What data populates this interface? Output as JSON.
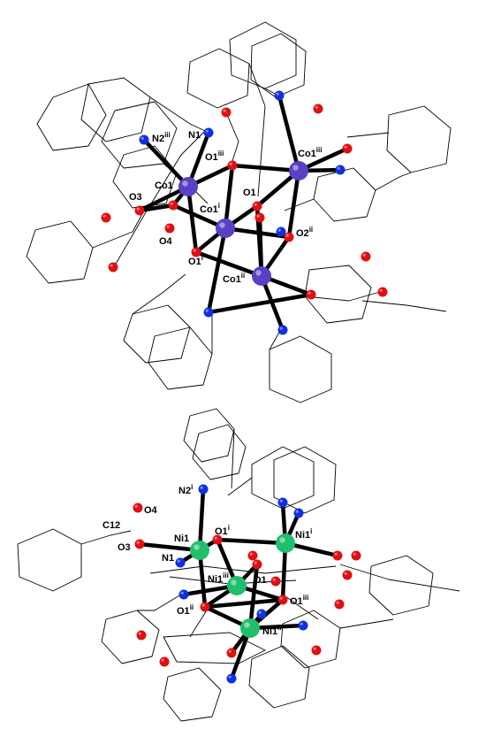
{
  "colors": {
    "cobalt": "#5b3fc4",
    "nickel": "#1fbf6b",
    "nitrogen": "#1030e0",
    "oxygen": "#e01010",
    "bond": "#000000",
    "wireframe": "#000000"
  },
  "top_labels": [
    {
      "base": "N2",
      "sup": "iii"
    },
    {
      "base": "N1",
      "sup": ""
    },
    {
      "base": "O1",
      "sup": "iii"
    },
    {
      "base": "Co1",
      "sup": "iii"
    },
    {
      "base": "Co1",
      "sup": ""
    },
    {
      "base": "O1",
      "sup": ""
    },
    {
      "base": "O3",
      "sup": ""
    },
    {
      "base": "Co1",
      "sup": "i"
    },
    {
      "base": "O4",
      "sup": ""
    },
    {
      "base": "O2",
      "sup": "ii"
    },
    {
      "base": "O1",
      "sup": "i"
    },
    {
      "base": "Co1",
      "sup": "ii"
    }
  ],
  "bottom_labels": [
    {
      "base": "N2",
      "sup": "i"
    },
    {
      "base": "O4",
      "sup": ""
    },
    {
      "base": "C12",
      "sup": ""
    },
    {
      "base": "Ni1",
      "sup": ""
    },
    {
      "base": "O1",
      "sup": "i"
    },
    {
      "base": "Ni1",
      "sup": "i"
    },
    {
      "base": "O3",
      "sup": ""
    },
    {
      "base": "N1",
      "sup": ""
    },
    {
      "base": "Ni1",
      "sup": "iii"
    },
    {
      "base": "O1",
      "sup": ""
    },
    {
      "base": "O1",
      "sup": "ii"
    },
    {
      "base": "O1",
      "sup": "iii"
    },
    {
      "base": "Ni1",
      "sup": "ii"
    }
  ]
}
